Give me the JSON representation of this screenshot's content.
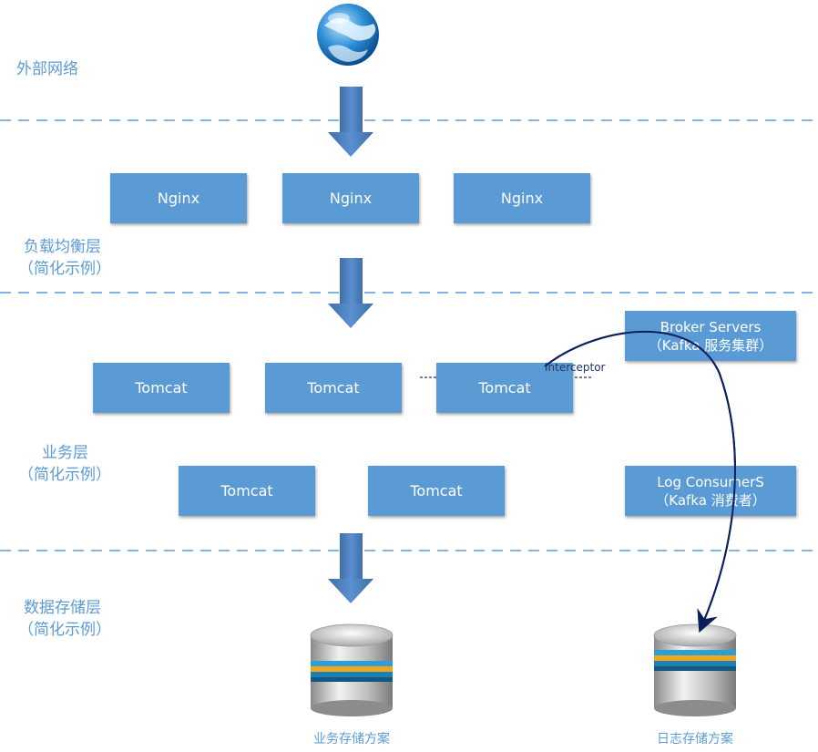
{
  "layers": {
    "external": "外部网络",
    "load_balance": [
      "负载均衡层",
      "（简化示例）"
    ],
    "business": [
      "业务层",
      "（简化示例）"
    ],
    "storage": [
      "数据存储层",
      "（简化示例）"
    ]
  },
  "nginx": [
    "Nginx",
    "Nginx",
    "Nginx"
  ],
  "tomcat_row1": [
    "Tomcat",
    "Tomcat",
    "Tomcat"
  ],
  "tomcat_row2": [
    "Tomcat",
    "Tomcat"
  ],
  "broker": [
    "Broker Servers",
    "（Kafka 服务集群）"
  ],
  "consumer": [
    "Log ConsumerS",
    "（Kafka 消费者）"
  ],
  "interceptor": "Interceptor",
  "storage": {
    "business": "业务存储方案",
    "log": "日志存储方案"
  },
  "colors": {
    "box": "#5b9bd5",
    "label": "#5b9bd5",
    "arrow": "#4f81bd",
    "curve": "#0b1f5c"
  }
}
